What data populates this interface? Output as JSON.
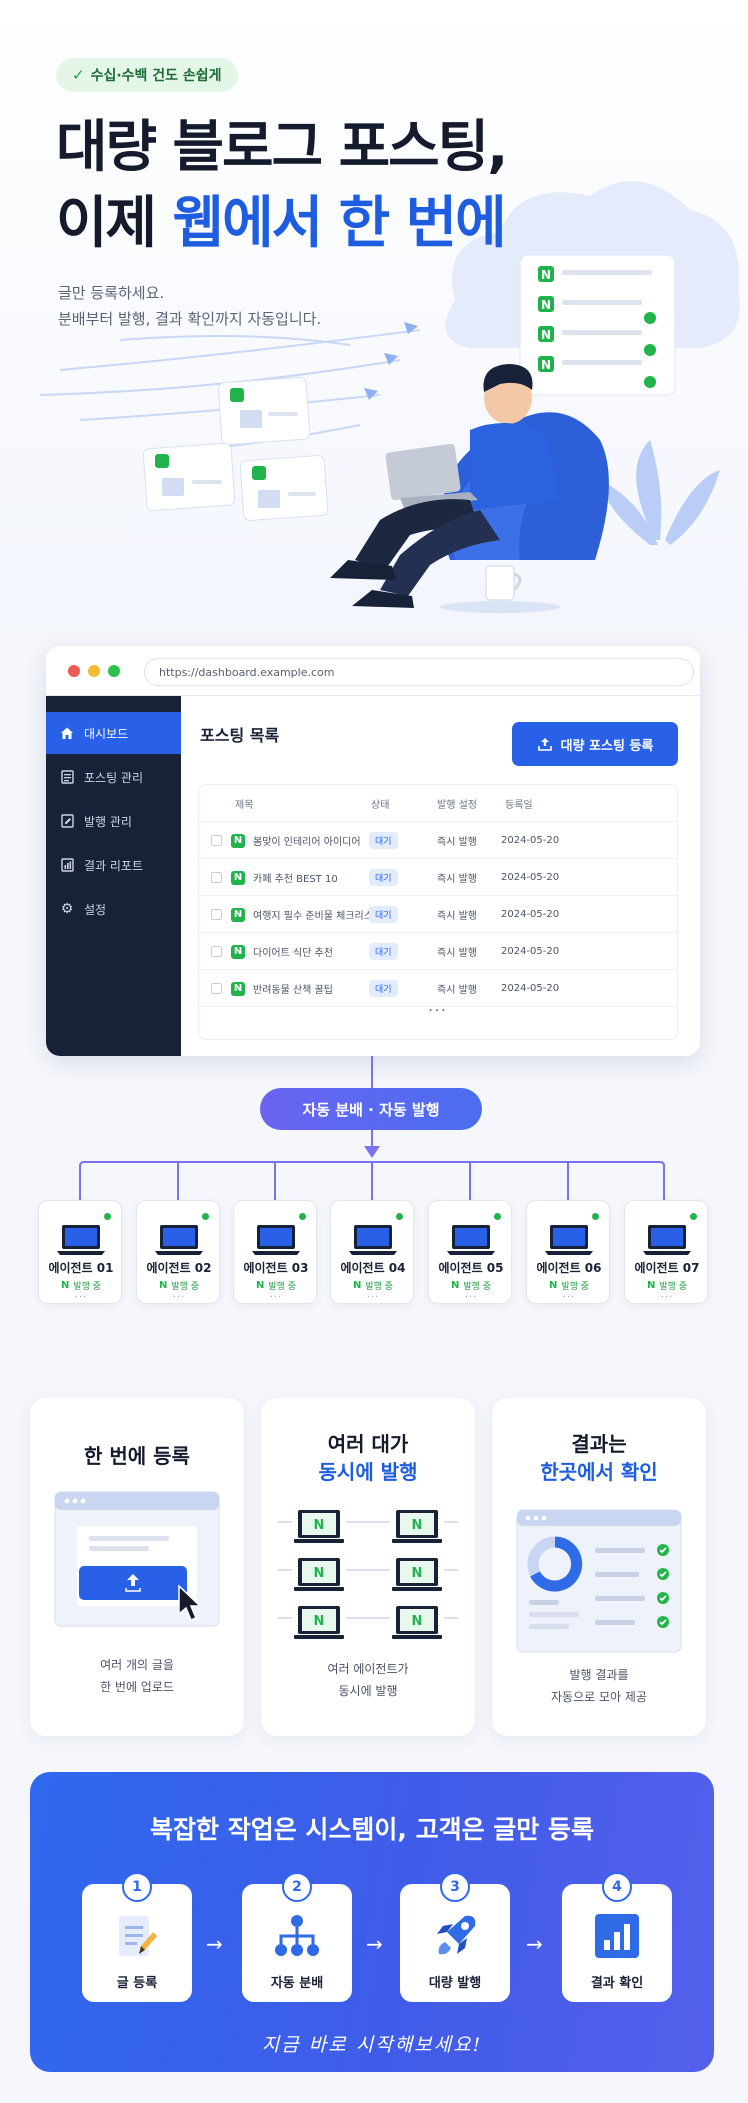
{
  "hero": {
    "badge": "수십·수백 건도 손쉽게",
    "title_line1": "대량 블로그 포스팅,",
    "title_line2_plain": "이제 ",
    "title_line2_highlight": "웹에서 한 번에",
    "subtitle_line1": "글만 등록하세요.",
    "subtitle_line2": "분배부터 발행, 결과 확인까지 자동입니다."
  },
  "dashboard": {
    "url": "https://dashboard.example.com",
    "sidebar": [
      {
        "label": "대시보드",
        "icon": "home-icon",
        "active": true
      },
      {
        "label": "포스팅 관리",
        "icon": "document-icon",
        "active": false
      },
      {
        "label": "발행 관리",
        "icon": "edit-icon",
        "active": false
      },
      {
        "label": "결과 리포트",
        "icon": "chart-icon",
        "active": false
      },
      {
        "label": "설정",
        "icon": "gear-icon",
        "active": false
      }
    ],
    "title": "포스팅 목록",
    "upload_button": "대량 포스팅 등록",
    "columns": [
      "제목",
      "상태",
      "발행 설정",
      "등록일"
    ],
    "rows": [
      {
        "title": "봄맞이 인테리어 아이디어",
        "status": "대기",
        "setting": "즉시 발행",
        "date": "2024-05-20"
      },
      {
        "title": "카페 추천 BEST 10",
        "status": "대기",
        "setting": "즉시 발행",
        "date": "2024-05-20"
      },
      {
        "title": "여행지 필수 준비물 체크리스트",
        "status": "대기",
        "setting": "즉시 발행",
        "date": "2024-05-20"
      },
      {
        "title": "다이어트 식단 추천",
        "status": "대기",
        "setting": "즉시 발행",
        "date": "2024-05-20"
      },
      {
        "title": "반려동물 산책 꿀팁",
        "status": "대기",
        "setting": "즉시 발행",
        "date": "2024-05-20"
      }
    ],
    "more": "···"
  },
  "flow": {
    "label": "자동 분배 · 자동 발행",
    "agents": [
      {
        "name": "에이전트 01",
        "status": "발행 중"
      },
      {
        "name": "에이전트 02",
        "status": "발행 중"
      },
      {
        "name": "에이전트 03",
        "status": "발행 중"
      },
      {
        "name": "에이전트 04",
        "status": "발행 중"
      },
      {
        "name": "에이전트 05",
        "status": "발행 중"
      },
      {
        "name": "에이전트 06",
        "status": "발행 중"
      },
      {
        "name": "에이전트 07",
        "status": "발행 중"
      }
    ],
    "agent_mark": "N",
    "agent_dots": "···"
  },
  "features": [
    {
      "title1": "한 번에 등록",
      "title2": "",
      "desc1": "여러 개의 글을",
      "desc2": "한 번에 업로드"
    },
    {
      "title1": "여러 대가",
      "title2": "동시에 발행",
      "desc1": "여러 에이전트가",
      "desc2": "동시에 발행"
    },
    {
      "title1": "결과는",
      "title2": "한곳에서 확인",
      "desc1": "발행 결과를",
      "desc2": "자동으로 모아 제공"
    }
  ],
  "cta": {
    "title": "복잡한 작업은 시스템이, 고객은 글만 등록",
    "steps": [
      {
        "num": "1",
        "label": "글 등록"
      },
      {
        "num": "2",
        "label": "자동 분배"
      },
      {
        "num": "3",
        "label": "대량 발행"
      },
      {
        "num": "4",
        "label": "결과 확인"
      }
    ],
    "footer": "지금 바로 시작해보세요!"
  },
  "brand": {
    "naver_mark": "N",
    "accent": "#2860e8",
    "green": "#20b24b",
    "navy": "#172238"
  }
}
